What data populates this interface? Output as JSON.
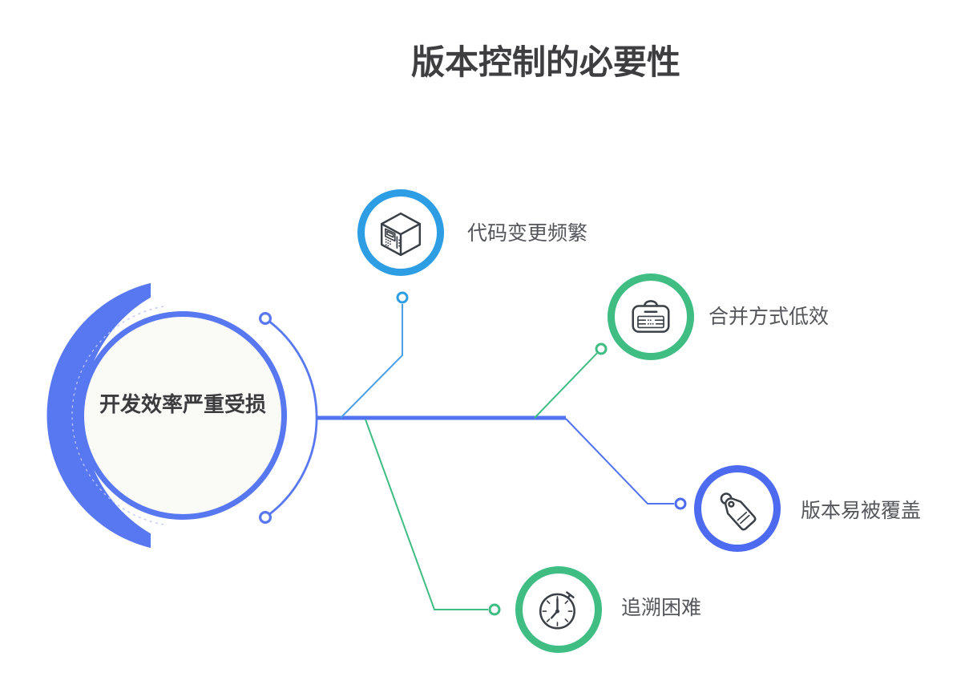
{
  "title": "版本控制的必要性",
  "center_node": {
    "label": "开发效率严重受损"
  },
  "branches": [
    {
      "label": "代码变更频繁",
      "icon": "server-box-icon",
      "ring_color": "#2D9DE4",
      "line_color": "#4B9FE4"
    },
    {
      "label": "合并方式低效",
      "icon": "briefcase-icon",
      "ring_color": "#3FBD83",
      "line_color": "#3FBD83"
    },
    {
      "label": "版本易被覆盖",
      "icon": "tag-icon",
      "ring_color": "#4D6BF0",
      "line_color": "#5273EF"
    },
    {
      "label": "追溯困难",
      "icon": "stopwatch-icon",
      "ring_color": "#3FBD83",
      "line_color": "#3FBD83"
    }
  ],
  "colors": {
    "primary_blue": "#5878F2",
    "trunk_blue": "#5273EF",
    "sky_blue": "#2D9DE4",
    "sky_blue_line": "#4B9FE4",
    "green": "#3FBD83",
    "royal_blue": "#4D6BF0",
    "icon_stroke": "#3A4046",
    "label_text": "#54565B",
    "title_text": "#3E3E41",
    "center_circle_fill": "#FAFAF7",
    "background": "#FFFFFF"
  }
}
